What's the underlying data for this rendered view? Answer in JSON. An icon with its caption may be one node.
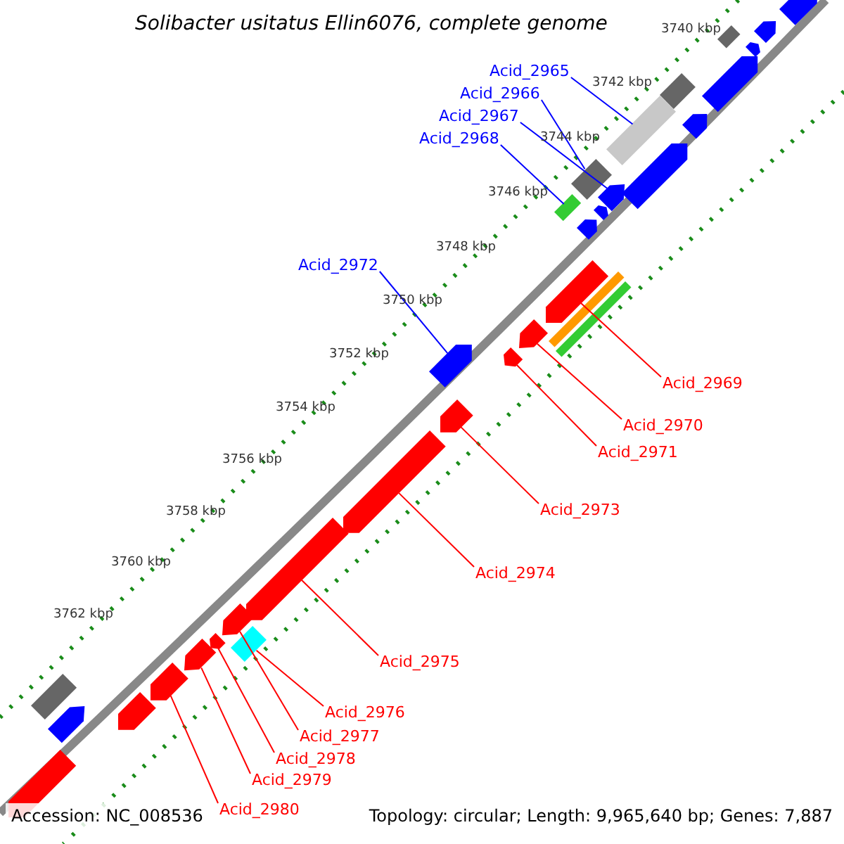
{
  "diagram": {
    "title": "Solibacter usitatus Ellin6076, complete genome",
    "nodes": [
      {
        "text": [
          "Acid_2965"
        ]
      },
      {
        "text": [],
        "shape": "box"
      },
      {
        "text": [
          "Acid_2966"
        ]
      },
      {
        "text": [],
        "shape": "box"
      },
      {
        "text": [
          "Acid_2967"
        ]
      },
      {
        "text": [],
        "shape": "arrow"
      },
      {
        "text": [
          "Acid_2968"
        ]
      },
      {
        "text": [],
        "shape": "box"
      },
      {
        "text": [
          "Acid_2972"
        ]
      },
      {
        "text": [],
        "shape": "arrow"
      },
      {
        "text": [
          "Acid_2969"
        ]
      },
      {
        "text": [],
        "shape": "arrow"
      },
      {
        "text": [
          "Acid_2970"
        ]
      },
      {
        "text": [],
        "shape": "arrow"
      },
      {
        "text": [
          "Acid_2971"
        ]
      },
      {
        "text": [],
        "shape": "arrow"
      },
      {
        "text": [
          "Acid_2973"
        ]
      },
      {
        "text": [],
        "shape": "arrow"
      },
      {
        "text": [
          "Acid_2974"
        ]
      },
      {
        "text": [],
        "shape": "arrow"
      },
      {
        "text": [
          "Acid_2975"
        ]
      },
      {
        "text": [],
        "shape": "arrow"
      },
      {
        "text": [
          "Acid_2976"
        ]
      },
      {
        "text": [],
        "shape": "box"
      },
      {
        "text": [
          "Acid_2977"
        ]
      },
      {
        "text": [],
        "shape": "arrow"
      },
      {
        "text": [
          "Acid_2978"
        ]
      },
      {
        "text": [],
        "shape": "arrow"
      },
      {
        "text": [
          "Acid_2979"
        ]
      },
      {
        "text": [],
        "shape": "arrow"
      },
      {
        "text": [
          "Acid_2980"
        ]
      },
      {
        "text": [],
        "shape": "arrow"
      },
      {
        "text": [],
        "shape": "arrow"
      },
      {
        "text": [],
        "shape": "arrow"
      },
      {
        "text": [],
        "shape": "box"
      },
      {
        "text": [],
        "shape": "arrow"
      },
      {
        "text": [],
        "shape": "arrow"
      },
      {
        "text": [],
        "shape": "box"
      },
      {
        "text": [],
        "shape": "arrow"
      },
      {
        "text": [],
        "shape": "arrow"
      },
      {
        "text": [],
        "shape": "arrow"
      },
      {
        "text": [],
        "shape": "arrow"
      },
      {
        "text": [],
        "shape": "bar"
      },
      {
        "text": [],
        "shape": "bar"
      },
      {
        "text": [],
        "shape": "box"
      },
      {
        "text": [],
        "shape": "arrow"
      },
      {
        "text": [],
        "shape": "arrow"
      },
      {
        "text": [],
        "shape": "arrow"
      }
    ],
    "edges": [
      {
        "from": 0,
        "to": 1,
        "arrow": "none",
        "color": "#0000ff"
      },
      {
        "from": 2,
        "to": 3,
        "arrow": "none",
        "color": "#0000ff"
      },
      {
        "from": 4,
        "to": 5,
        "arrow": "none",
        "color": "#0000ff"
      },
      {
        "from": 6,
        "to": 7,
        "arrow": "none",
        "color": "#0000ff"
      },
      {
        "from": 8,
        "to": 9,
        "arrow": "none",
        "color": "#0000ff"
      },
      {
        "from": 10,
        "to": 11,
        "arrow": "none"
      },
      {
        "from": 12,
        "to": 13,
        "arrow": "none"
      },
      {
        "from": 14,
        "to": 15,
        "arrow": "none"
      },
      {
        "from": 16,
        "to": 17,
        "arrow": "none"
      },
      {
        "from": 18,
        "to": 19,
        "arrow": "none"
      },
      {
        "from": 20,
        "to": 21,
        "arrow": "none"
      },
      {
        "from": 22,
        "to": 23,
        "arrow": "none"
      },
      {
        "from": 24,
        "to": 25,
        "arrow": "none"
      },
      {
        "from": 26,
        "to": 27,
        "arrow": "none"
      },
      {
        "from": 28,
        "to": 29,
        "arrow": "none"
      },
      {
        "from": 30,
        "to": 31,
        "arrow": "none"
      }
    ],
    "labels": [
      "3740 kbp",
      "3742 kbp",
      "3744 kbp",
      "3746 kbp",
      "3748 kbp",
      "3750 kbp",
      "3752 kbp",
      "3754 kbp",
      "3756 kbp",
      "3758 kbp",
      "3760 kbp",
      "3762 kbp",
      "Accession: NC_008536",
      "Topology: circular; Length: 9,965,640 bp; Genes: 7,887"
    ]
  }
}
